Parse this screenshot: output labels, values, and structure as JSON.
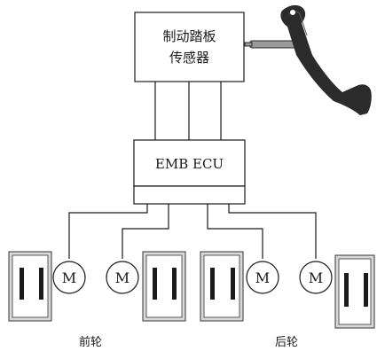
{
  "sensor": {
    "line1": "制动踏板",
    "line2": "传感器"
  },
  "ecu": {
    "label": "EMB  ECU"
  },
  "motors": [
    {
      "label": "M"
    },
    {
      "label": "M"
    },
    {
      "label": "M"
    },
    {
      "label": "M"
    }
  ],
  "axles": {
    "front": "前轮",
    "rear": "后轮"
  },
  "icons": {
    "pedal": "brake-pedal-icon",
    "wheel": "wheel-brake-icon"
  }
}
